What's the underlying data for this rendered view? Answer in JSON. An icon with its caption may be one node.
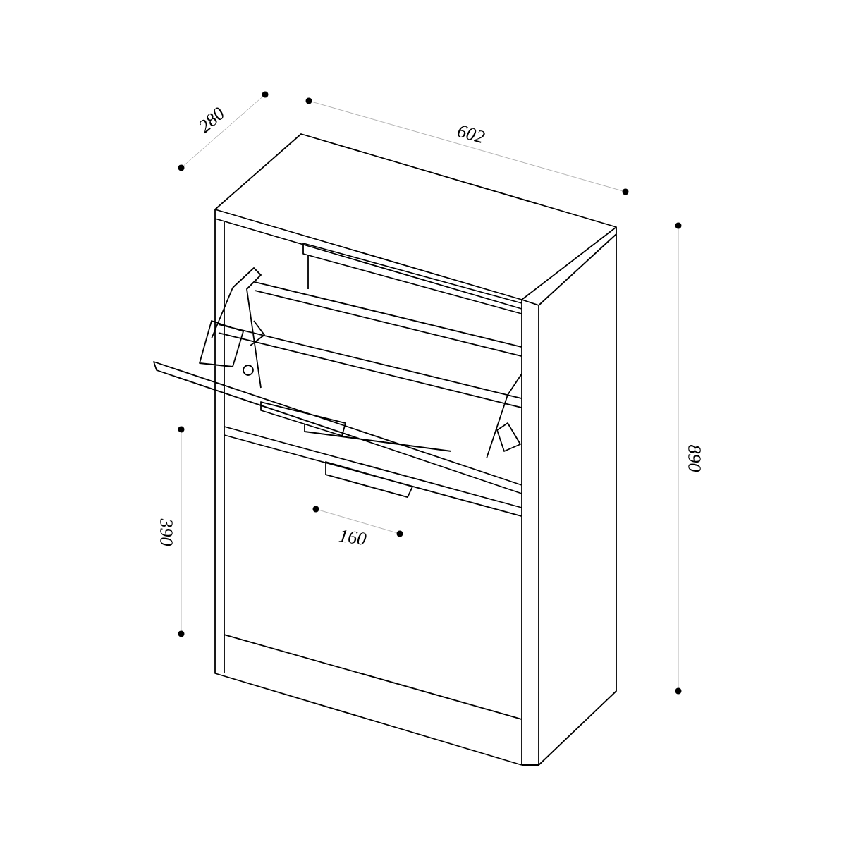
{
  "diagram": {
    "labels": [
      "280",
      "602",
      "890",
      "390",
      "160"
    ]
  }
}
